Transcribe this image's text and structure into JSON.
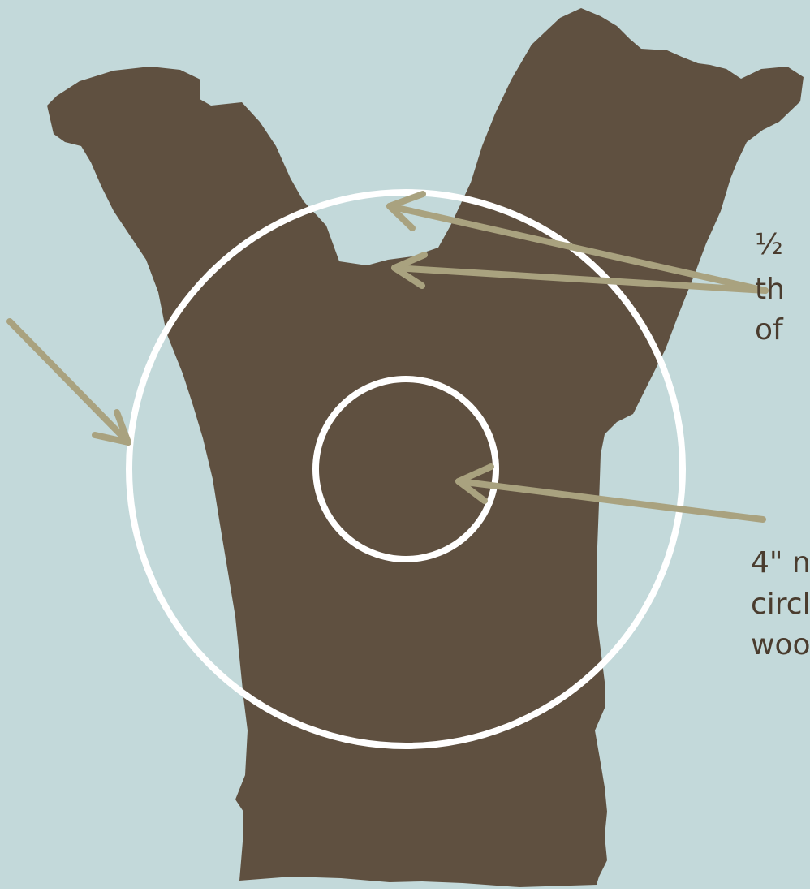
{
  "colors": {
    "background": "#c3d9da",
    "trunk": "#5f5040",
    "circle": "#ffffff",
    "arrow": "#a9a27f",
    "text": "#4a3c2e"
  },
  "annotations": {
    "top_note": [
      "½",
      "th",
      "of"
    ],
    "bottom_note": [
      "4\" n",
      "circl",
      "woo"
    ]
  },
  "icons": {
    "arrows": [
      "arrow-left-icon",
      "arrow-top-icon",
      "arrow-crotch-icon",
      "arrow-center-icon"
    ]
  }
}
